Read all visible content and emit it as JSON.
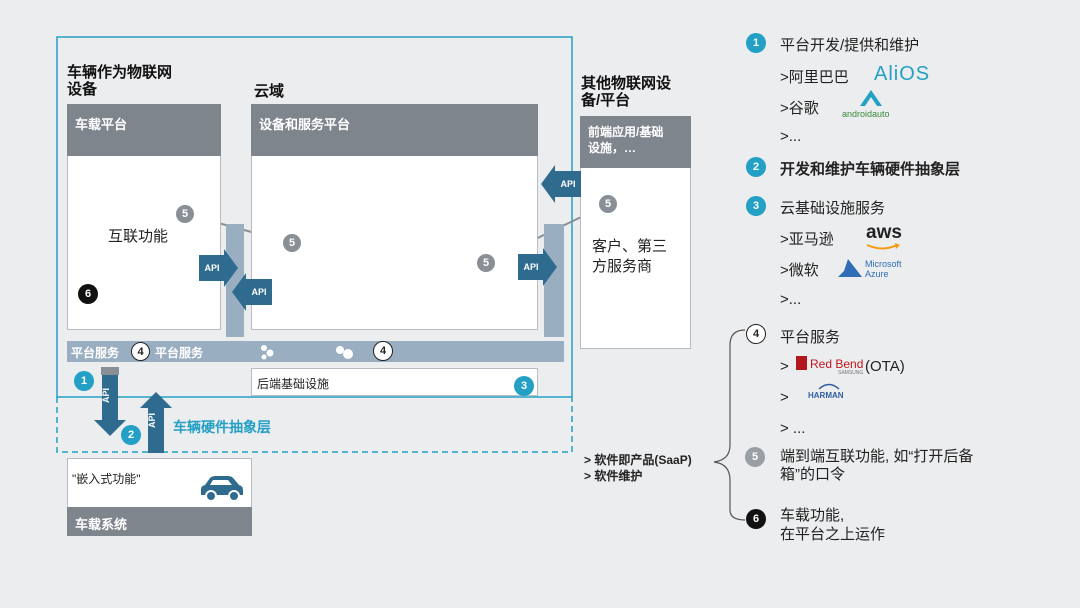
{
  "diagram": {
    "vehicle_title": "车辆作为物联网\n设备",
    "cloud_title": "云域",
    "other_title": "其他物联网设\n备/平台",
    "onboard_platform": "车载平台",
    "connected_functions": "互联功能",
    "device_service_platform": "设备和服务平台",
    "frontend": "前端应用/基础\n设施，…",
    "customer": "客户、第三\n方服务商",
    "platform_service_1": "平台服务",
    "platform_service_2": "平台服务",
    "backend_infra": "后端基础设施",
    "hal_label": "车辆硬件抽象层",
    "embedded": "\"嵌入式功能\"",
    "onboard_system": "车载系统",
    "saap_1": "> 软件即产品(SaaP)",
    "saap_2": "> 软件维护",
    "api": "API",
    "n1": "1",
    "n2": "2",
    "n3": "3",
    "n4": "4",
    "n5": "5",
    "n6": "6"
  },
  "legend": {
    "item1": "平台开发/提供和维护",
    "alibaba": ">阿里巴巴",
    "alios": "AliOS",
    "google": ">谷歌",
    "android_auto": "androidauto",
    "more1": ">...",
    "item2": "开发和维护车辆硬件抽象层",
    "item3": "云基础设施服务",
    "amazon": ">亚马逊",
    "aws": "aws",
    "microsoft": ">微软",
    "ms_azure_1": "Microsoft",
    "ms_azure_2": "Azure",
    "more3": ">...",
    "item4": "平台服务",
    "gt1": ">",
    "redbend": "Red Bend",
    "redbend_sub": "SAMSUNG",
    "ota": "(OTA)",
    "gt2": ">",
    "harman": "HARMAN",
    "more4": "> ...",
    "item5": "端到端互联功能, 如“打开后备\n箱”的口令",
    "item6": "车载功能,\n在平台之上运作"
  },
  "colors": {
    "teal": "#23a0c4",
    "header_gray": "#7f858d",
    "api_blue": "#2f6a8f",
    "bar_blue": "#9aaec2"
  }
}
